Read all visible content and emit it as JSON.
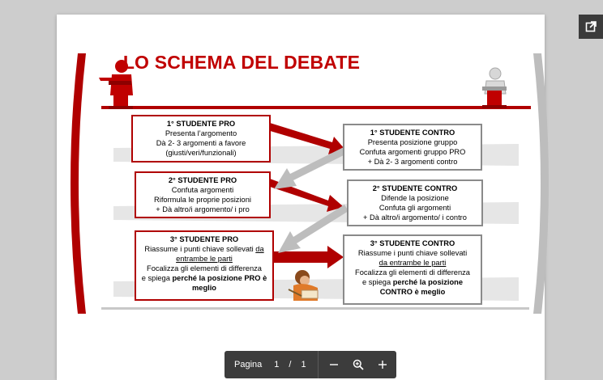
{
  "slide": {
    "title": "LO SCHEMA DEL DEBATE",
    "pro": [
      {
        "head": "1° STUDENTE  PRO",
        "lines": [
          "Presenta l’argomento",
          "Dà 2- 3  argomenti a  favore",
          "(giusti/veri/funzionali)"
        ]
      },
      {
        "head": "2° STUDENTE  PRO",
        "lines": [
          "Confuta argomenti",
          "Riformula le proprie posizioni",
          "+ Dà altro/i  argomento/ i  pro"
        ]
      },
      {
        "head": "3° STUDENTE  PRO",
        "line1a": "Riassume  i punti chiave sollevati ",
        "line1b": "da",
        "line2": "entrambe  le parti",
        "line3": "Focalizza gli elementi di differenza",
        "line4a": "e spiega ",
        "line4b": "perché la posizione PRO è",
        "line5": "meglio"
      }
    ],
    "contro": [
      {
        "head": "1° STUDENTE  CONTRO",
        "lines": [
          "Presenta  posizione gruppo",
          "Confuta  argomenti gruppo PRO",
          "+ Dà 2- 3  argomenti contro"
        ]
      },
      {
        "head": "2° STUDENTE CONTRO",
        "lines": [
          "Difende la posizione",
          "Confuta gli  argomenti",
          "+ Dà altro/i argomento/ i contro"
        ]
      },
      {
        "head": "3° STUDENTE  CONTRO",
        "line1": "Riassume  i punti chiave sollevati",
        "line2": "da entrambe  le parti",
        "line3": "Focalizza gli  elementi di differenza",
        "line4a": "e spiega ",
        "line4b": "perché la posizione",
        "line5": "CONTRO è meglio"
      }
    ]
  },
  "toolbar": {
    "page_label": "Pagina",
    "page_current": "1",
    "separator": "/",
    "page_total": "1",
    "zoom_out_icon": "minus-icon",
    "zoom_icon": "magnifier-plus-icon",
    "zoom_in_icon": "plus-icon"
  },
  "colors": {
    "accent": "#b00000",
    "grey": "#bdbdbd",
    "toolbar": "#3c3c3c"
  }
}
